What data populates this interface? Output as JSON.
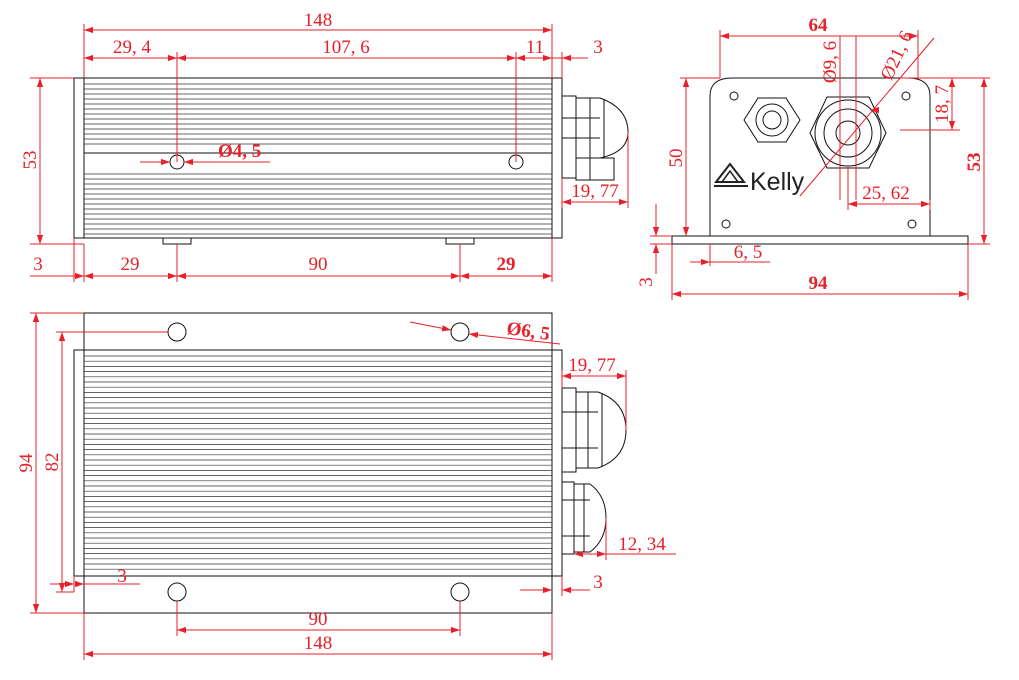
{
  "colors": {
    "dimension": "#e8202a",
    "outline": "#111111",
    "background": "#ffffff"
  },
  "side_view": {
    "overall_length": "148",
    "hole_offset_left": "29, 4",
    "hole_spacing": "107, 6",
    "offset_right": "11",
    "offset_tail": "3",
    "height": "53",
    "hole_diameter": "Ø4, 5",
    "gland_length": "19, 77",
    "left_margin": "3",
    "foot_left": "29",
    "foot_spacing": "90",
    "foot_right": "29"
  },
  "end_view": {
    "width_top": "64",
    "small_hole": "Ø9, 6",
    "large_hole": "Ø21, 6",
    "gland_height": "18, 7",
    "height_body": "50",
    "height_total": "53",
    "gland_offset": "25, 62",
    "flange_offset": "6, 5",
    "flange_thickness": "3",
    "total_width": "94",
    "brand": "Kelly"
  },
  "top_view": {
    "width_total": "94",
    "width_body": "82",
    "mount_hole": "Ø6, 5",
    "gland_length": "19, 77",
    "gland_small": "12, 34",
    "edge_left": "3",
    "edge_right": "3",
    "hole_spacing": "90",
    "overall_length": "148"
  }
}
